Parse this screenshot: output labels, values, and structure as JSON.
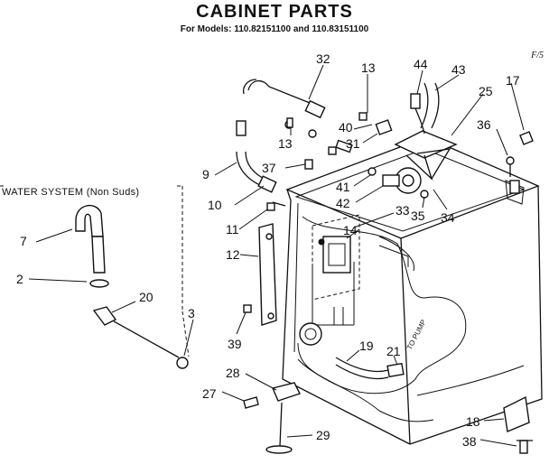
{
  "header": {
    "title": "CABINET PARTS",
    "subtitle": "For Models: 110.82151100 and 110.83151100",
    "figure_ref": "F/5"
  },
  "water_system": {
    "label": "WATER SYSTEM (Non Suds)"
  },
  "callouts": {
    "c32": "32",
    "c13a": "13",
    "c44": "44",
    "c43": "43",
    "c17": "17",
    "c25": "25",
    "c40": "40",
    "c31": "31",
    "c36": "36",
    "c13b": "13",
    "c37": "37",
    "c9": "9",
    "c41": "41",
    "c42": "42",
    "c35": "35",
    "c34": "34",
    "c10": "10",
    "c33": "33",
    "c11": "11",
    "c14": "14",
    "c7": "7",
    "c12": "12",
    "c2": "2",
    "c20": "20",
    "c3": "3",
    "c39": "39",
    "c19": "19",
    "c21": "21",
    "c28": "28",
    "c27": "27",
    "c18": "18",
    "c29": "29",
    "c38": "38"
  },
  "annotations": {
    "to_pump": "TO PUMP"
  }
}
